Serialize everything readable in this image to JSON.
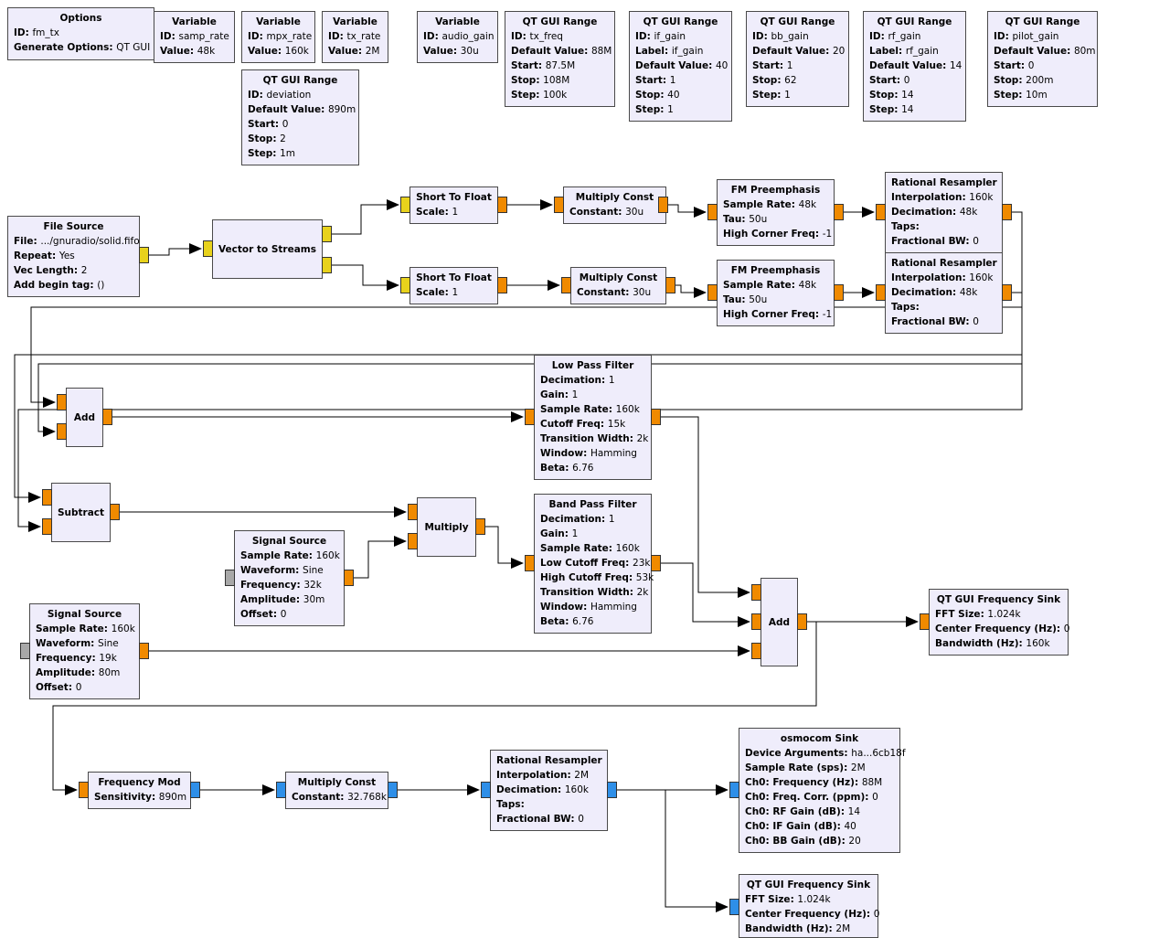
{
  "colors": {
    "block_bg": "#efedfb",
    "float_port": "#f08a00",
    "byte_port": "#e8d21c",
    "complex_port": "#2e8fe8",
    "message_port": "#a8a8a8",
    "wire": "#000000"
  },
  "blocks": [
    {
      "id": "options",
      "title": "Options",
      "params": [
        {
          "k": "ID",
          "v": "fm_tx"
        },
        {
          "k": "Generate Options",
          "v": "QT GUI"
        }
      ]
    },
    {
      "id": "var_samp_rate",
      "title": "Variable",
      "params": [
        {
          "k": "ID",
          "v": "samp_rate"
        },
        {
          "k": "Value",
          "v": "48k"
        }
      ]
    },
    {
      "id": "var_mpx_rate",
      "title": "Variable",
      "params": [
        {
          "k": "ID",
          "v": "mpx_rate"
        },
        {
          "k": "Value",
          "v": "160k"
        }
      ]
    },
    {
      "id": "var_tx_rate",
      "title": "Variable",
      "params": [
        {
          "k": "ID",
          "v": "tx_rate"
        },
        {
          "k": "Value",
          "v": "2M"
        }
      ]
    },
    {
      "id": "var_audio_gain",
      "title": "Variable",
      "params": [
        {
          "k": "ID",
          "v": "audio_gain"
        },
        {
          "k": "Value",
          "v": "30u"
        }
      ]
    },
    {
      "id": "range_tx_freq",
      "title": "QT GUI Range",
      "params": [
        {
          "k": "ID",
          "v": "tx_freq"
        },
        {
          "k": "Default Value",
          "v": "88M"
        },
        {
          "k": "Start",
          "v": "87.5M"
        },
        {
          "k": "Stop",
          "v": "108M"
        },
        {
          "k": "Step",
          "v": "100k"
        }
      ]
    },
    {
      "id": "range_if_gain",
      "title": "QT GUI Range",
      "params": [
        {
          "k": "ID",
          "v": "if_gain"
        },
        {
          "k": "Label",
          "v": "if_gain"
        },
        {
          "k": "Default Value",
          "v": "40"
        },
        {
          "k": "Start",
          "v": "1"
        },
        {
          "k": "Stop",
          "v": "40"
        },
        {
          "k": "Step",
          "v": "1"
        }
      ]
    },
    {
      "id": "range_bb_gain",
      "title": "QT GUI Range",
      "params": [
        {
          "k": "ID",
          "v": "bb_gain"
        },
        {
          "k": "Default Value",
          "v": "20"
        },
        {
          "k": "Start",
          "v": "1"
        },
        {
          "k": "Stop",
          "v": "62"
        },
        {
          "k": "Step",
          "v": "1"
        }
      ]
    },
    {
      "id": "range_rf_gain",
      "title": "QT GUI Range",
      "params": [
        {
          "k": "ID",
          "v": "rf_gain"
        },
        {
          "k": "Label",
          "v": "rf_gain"
        },
        {
          "k": "Default Value",
          "v": "14"
        },
        {
          "k": "Start",
          "v": "0"
        },
        {
          "k": "Stop",
          "v": "14"
        },
        {
          "k": "Step",
          "v": "14"
        }
      ]
    },
    {
      "id": "range_pilot_gain",
      "title": "QT GUI Range",
      "params": [
        {
          "k": "ID",
          "v": "pilot_gain"
        },
        {
          "k": "Default Value",
          "v": "80m"
        },
        {
          "k": "Start",
          "v": "0"
        },
        {
          "k": "Stop",
          "v": "200m"
        },
        {
          "k": "Step",
          "v": "10m"
        }
      ]
    },
    {
      "id": "range_deviation",
      "title": "QT GUI Range",
      "params": [
        {
          "k": "ID",
          "v": "deviation"
        },
        {
          "k": "Default Value",
          "v": "890m"
        },
        {
          "k": "Start",
          "v": "0"
        },
        {
          "k": "Stop",
          "v": "2"
        },
        {
          "k": "Step",
          "v": "1m"
        }
      ]
    },
    {
      "id": "file_source",
      "title": "File Source",
      "params": [
        {
          "k": "File",
          "v": ".../gnuradio/solid.fifo"
        },
        {
          "k": "Repeat",
          "v": "Yes"
        },
        {
          "k": "Vec Length",
          "v": "2"
        },
        {
          "k": "Add begin tag",
          "v": "()"
        }
      ]
    },
    {
      "id": "vec_to_streams",
      "title": "Vector to Streams",
      "params": []
    },
    {
      "id": "s2f_1",
      "title": "Short To Float",
      "params": [
        {
          "k": "Scale",
          "v": "1"
        }
      ]
    },
    {
      "id": "s2f_2",
      "title": "Short To Float",
      "params": [
        {
          "k": "Scale",
          "v": "1"
        }
      ]
    },
    {
      "id": "mulc_1",
      "title": "Multiply Const",
      "params": [
        {
          "k": "Constant",
          "v": "30u"
        }
      ]
    },
    {
      "id": "mulc_2",
      "title": "Multiply Const",
      "params": [
        {
          "k": "Constant",
          "v": "30u"
        }
      ]
    },
    {
      "id": "fmpre_1",
      "title": "FM Preemphasis",
      "params": [
        {
          "k": "Sample Rate",
          "v": "48k"
        },
        {
          "k": "Tau",
          "v": "50u"
        },
        {
          "k": "High Corner Freq",
          "v": "-1"
        }
      ]
    },
    {
      "id": "fmpre_2",
      "title": "FM Preemphasis",
      "params": [
        {
          "k": "Sample Rate",
          "v": "48k"
        },
        {
          "k": "Tau",
          "v": "50u"
        },
        {
          "k": "High Corner Freq",
          "v": "-1"
        }
      ]
    },
    {
      "id": "resamp_1",
      "title": "Rational Resampler",
      "params": [
        {
          "k": "Interpolation",
          "v": "160k"
        },
        {
          "k": "Decimation",
          "v": "48k"
        },
        {
          "k": "Taps",
          "v": ""
        },
        {
          "k": "Fractional BW",
          "v": "0"
        }
      ]
    },
    {
      "id": "resamp_2",
      "title": "Rational Resampler",
      "params": [
        {
          "k": "Interpolation",
          "v": "160k"
        },
        {
          "k": "Decimation",
          "v": "48k"
        },
        {
          "k": "Taps",
          "v": ""
        },
        {
          "k": "Fractional BW",
          "v": "0"
        }
      ]
    },
    {
      "id": "add_1",
      "title": "Add",
      "params": []
    },
    {
      "id": "lpf",
      "title": "Low Pass Filter",
      "params": [
        {
          "k": "Decimation",
          "v": "1"
        },
        {
          "k": "Gain",
          "v": "1"
        },
        {
          "k": "Sample Rate",
          "v": "160k"
        },
        {
          "k": "Cutoff Freq",
          "v": "15k"
        },
        {
          "k": "Transition Width",
          "v": "2k"
        },
        {
          "k": "Window",
          "v": "Hamming"
        },
        {
          "k": "Beta",
          "v": "6.76"
        }
      ]
    },
    {
      "id": "subtract",
      "title": "Subtract",
      "params": []
    },
    {
      "id": "multiply",
      "title": "Multiply",
      "params": []
    },
    {
      "id": "sig_src_1",
      "title": "Signal Source",
      "params": [
        {
          "k": "Sample Rate",
          "v": "160k"
        },
        {
          "k": "Waveform",
          "v": "Sine"
        },
        {
          "k": "Frequency",
          "v": "32k"
        },
        {
          "k": "Amplitude",
          "v": "30m"
        },
        {
          "k": "Offset",
          "v": "0"
        }
      ]
    },
    {
      "id": "bpf",
      "title": "Band Pass Filter",
      "params": [
        {
          "k": "Decimation",
          "v": "1"
        },
        {
          "k": "Gain",
          "v": "1"
        },
        {
          "k": "Sample Rate",
          "v": "160k"
        },
        {
          "k": "Low Cutoff Freq",
          "v": "23k"
        },
        {
          "k": "High Cutoff Freq",
          "v": "53k"
        },
        {
          "k": "Transition Width",
          "v": "2k"
        },
        {
          "k": "Window",
          "v": "Hamming"
        },
        {
          "k": "Beta",
          "v": "6.76"
        }
      ]
    },
    {
      "id": "sig_src_2",
      "title": "Signal Source",
      "params": [
        {
          "k": "Sample Rate",
          "v": "160k"
        },
        {
          "k": "Waveform",
          "v": "Sine"
        },
        {
          "k": "Frequency",
          "v": "19k"
        },
        {
          "k": "Amplitude",
          "v": "80m"
        },
        {
          "k": "Offset",
          "v": "0"
        }
      ]
    },
    {
      "id": "add_2",
      "title": "Add",
      "params": []
    },
    {
      "id": "freq_sink_1",
      "title": "QT GUI Frequency Sink",
      "params": [
        {
          "k": "FFT Size",
          "v": "1.024k"
        },
        {
          "k": "Center Frequency (Hz)",
          "v": "0"
        },
        {
          "k": "Bandwidth (Hz)",
          "v": "160k"
        }
      ]
    },
    {
      "id": "freq_mod",
      "title": "Frequency Mod",
      "params": [
        {
          "k": "Sensitivity",
          "v": "890m"
        }
      ]
    },
    {
      "id": "mulc_3",
      "title": "Multiply Const",
      "params": [
        {
          "k": "Constant",
          "v": "32.768k"
        }
      ]
    },
    {
      "id": "resamp_3",
      "title": "Rational Resampler",
      "params": [
        {
          "k": "Interpolation",
          "v": "2M"
        },
        {
          "k": "Decimation",
          "v": "160k"
        },
        {
          "k": "Taps",
          "v": ""
        },
        {
          "k": "Fractional BW",
          "v": "0"
        }
      ]
    },
    {
      "id": "osmo_sink",
      "title": "osmocom Sink",
      "params": [
        {
          "k": "Device Arguments",
          "v": "ha...6cb18f"
        },
        {
          "k": "Sample Rate (sps)",
          "v": "2M"
        },
        {
          "k": "Ch0: Frequency (Hz)",
          "v": "88M"
        },
        {
          "k": "Ch0: Freq. Corr. (ppm)",
          "v": "0"
        },
        {
          "k": "Ch0: RF Gain (dB)",
          "v": "14"
        },
        {
          "k": "Ch0: IF Gain (dB)",
          "v": "40"
        },
        {
          "k": "Ch0: BB Gain (dB)",
          "v": "20"
        }
      ]
    },
    {
      "id": "freq_sink_2",
      "title": "QT GUI Frequency Sink",
      "params": [
        {
          "k": "FFT Size",
          "v": "1.024k"
        },
        {
          "k": "Center Frequency (Hz)",
          "v": "0"
        },
        {
          "k": "Bandwidth (Hz)",
          "v": "2M"
        }
      ]
    }
  ]
}
